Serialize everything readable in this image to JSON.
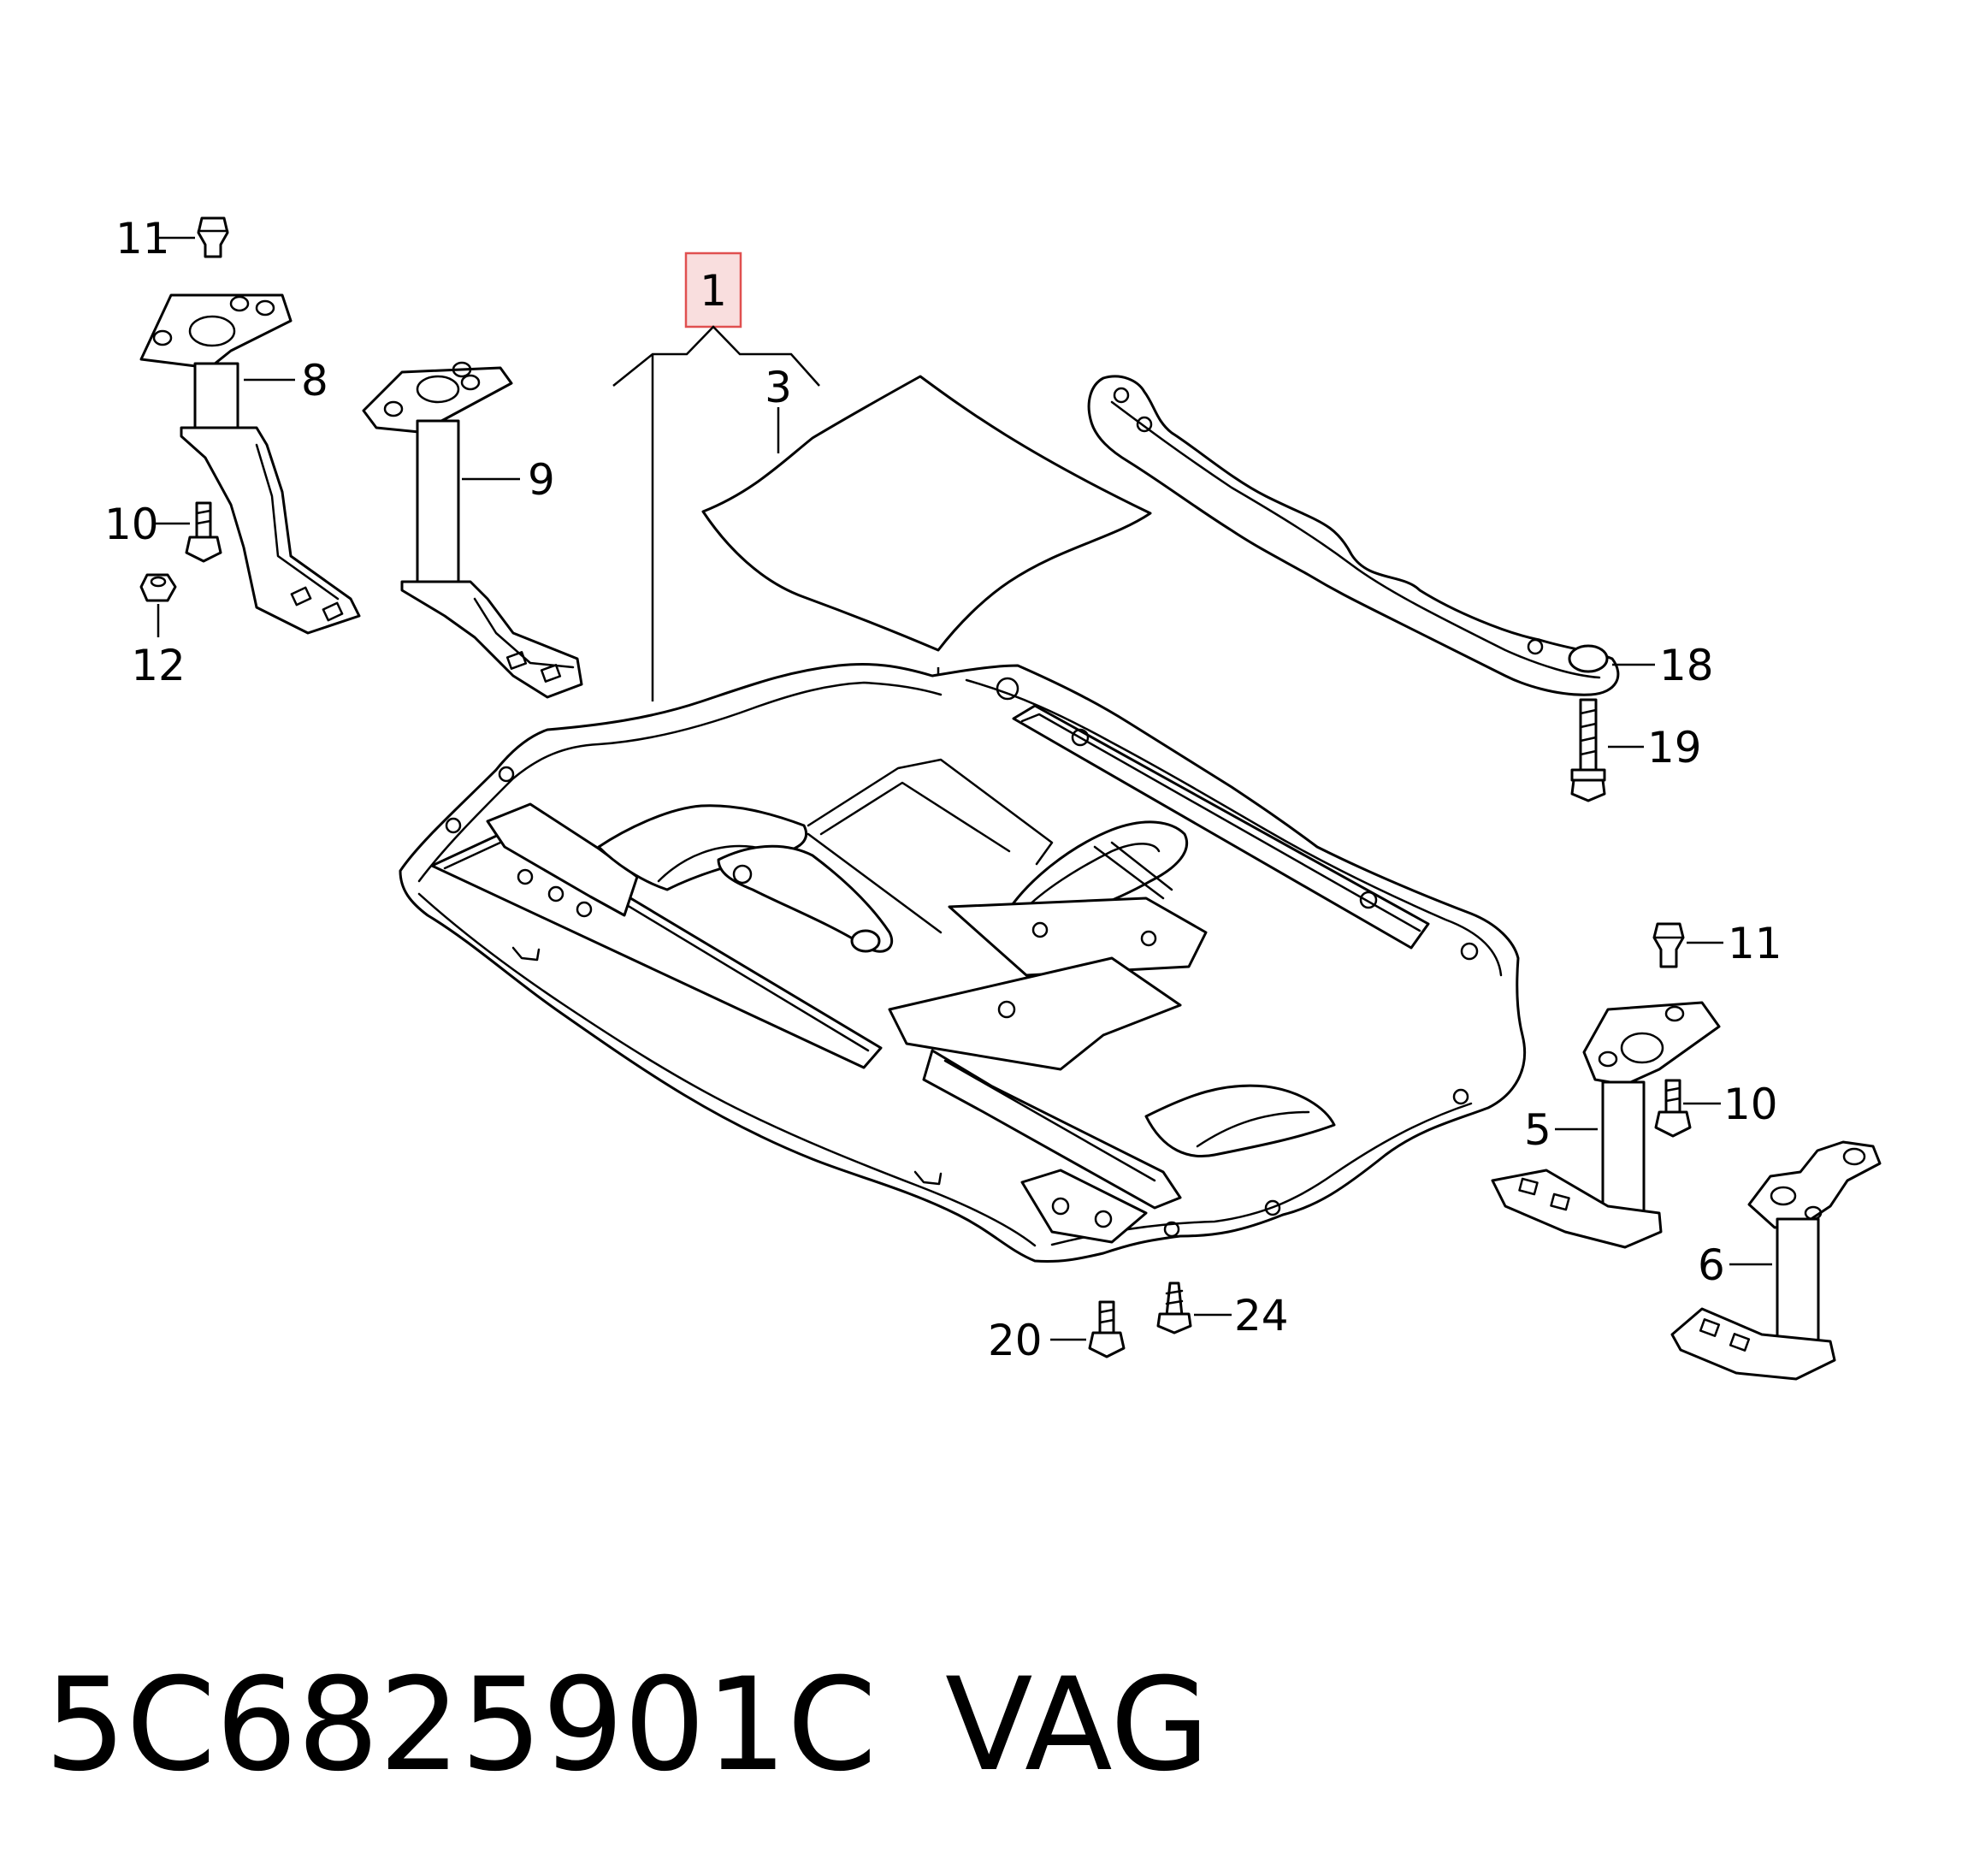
{
  "callouts": {
    "c1": "1",
    "c3": "3",
    "c5": "5",
    "c6": "6",
    "c8": "8",
    "c9": "9",
    "c10a": "10",
    "c10b": "10",
    "c11a": "11",
    "c11b": "11",
    "c12": "12",
    "c18": "18",
    "c19": "19",
    "c20": "20",
    "c24": "24"
  },
  "footer": {
    "part_number": "5C6825901C",
    "brand": "VAG"
  },
  "colors": {
    "highlight_fill": "#f9dede",
    "highlight_stroke": "#e05050",
    "line": "#000000"
  }
}
